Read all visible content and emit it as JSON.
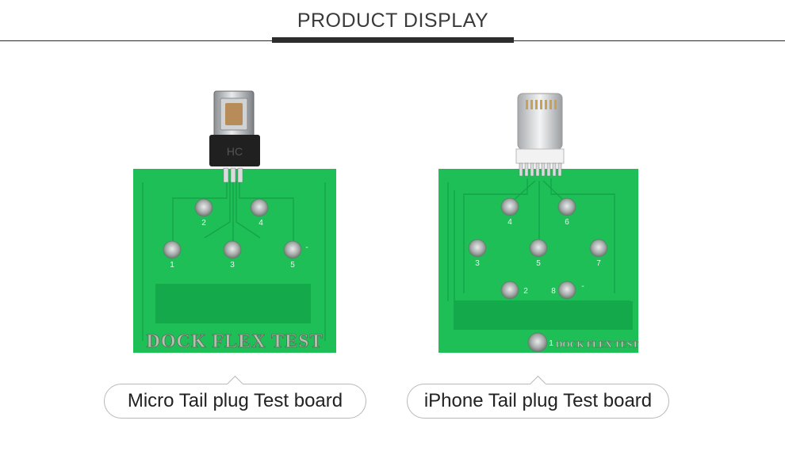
{
  "header": {
    "title": "PRODUCT DISPLAY"
  },
  "products": [
    {
      "caption": "Micro Tail plug Test board",
      "board_text": "DOCK FLEX TEST",
      "connector_icon": "micro-usb-connector-icon",
      "connector_label": "HC",
      "pads": [
        "1",
        "2",
        "3",
        "4",
        "5"
      ],
      "minus_mark": "-"
    },
    {
      "caption": "iPhone Tail plug Test board",
      "board_text": "DOCK FLEX TEST",
      "connector_icon": "lightning-connector-icon",
      "pads": [
        "1",
        "2",
        "3",
        "4",
        "5",
        "6",
        "7",
        "8"
      ],
      "minus_mark": "-"
    }
  ],
  "colors": {
    "pcb_green": "#1fbf57",
    "pcb_dark": "#0e8f3a",
    "pad_silver": "#bfc3c2",
    "header_text": "#3a3a3a"
  }
}
